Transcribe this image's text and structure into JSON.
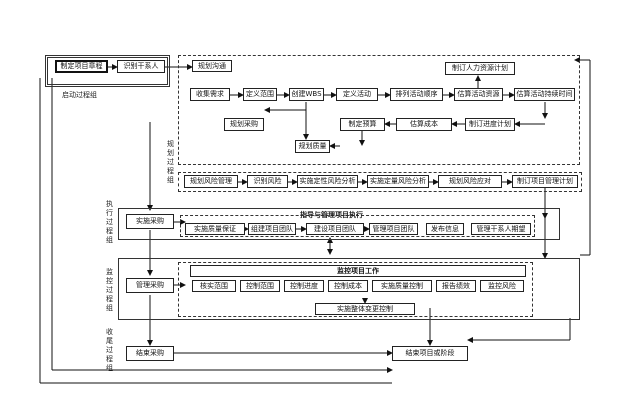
{
  "initiating": {
    "label": "启动过程组",
    "charter": "制定项目章程",
    "stakeholders": "识别干系人"
  },
  "planning": {
    "label": "规划过程组",
    "comm": "规划沟通",
    "requirements": "收集需求",
    "scope": "定义范围",
    "wbs": "创建WBS",
    "activities": "定义活动",
    "sequence": "排列活动顺序",
    "resources": "估算活动资源",
    "durations": "估算活动持续时间",
    "hr_plan": "制订人力资源计划",
    "procurement": "规划采购",
    "budget": "制定预算",
    "cost": "估算成本",
    "schedule": "制订进度计划",
    "quality": "规划质量",
    "risk_mgmt": "规划风险管理",
    "risk_id": "识别风险",
    "qual_risk": "实施定性风险分析",
    "quant_risk": "实施定量风险分析",
    "risk_resp": "规划风险应对",
    "pm_plan": "制订项目管理计划"
  },
  "executing": {
    "label": "执行过程组",
    "procurement": "实施采购",
    "direct": "指导与管理项目执行",
    "qa": "实施质量保证",
    "acquire": "组建项目团队",
    "develop": "建设项目团队",
    "manage": "管理项目团队",
    "distribute": "发布信息",
    "expectations": "管理干系人期望"
  },
  "monitoring": {
    "label": "监控过程组",
    "procurement": "管理采购",
    "monitor": "监控项目工作",
    "verify": "核实范围",
    "control_scope": "控制范围",
    "control_schedule": "控制进度",
    "control_cost": "控制成本",
    "control_quality": "实施质量控制",
    "report": "报告绩效",
    "monitor_risk": "监控风险",
    "change": "实施整体变更控制"
  },
  "closing": {
    "label": "收尾过程组",
    "procurement": "结束采购",
    "close": "结束项目或阶段"
  }
}
